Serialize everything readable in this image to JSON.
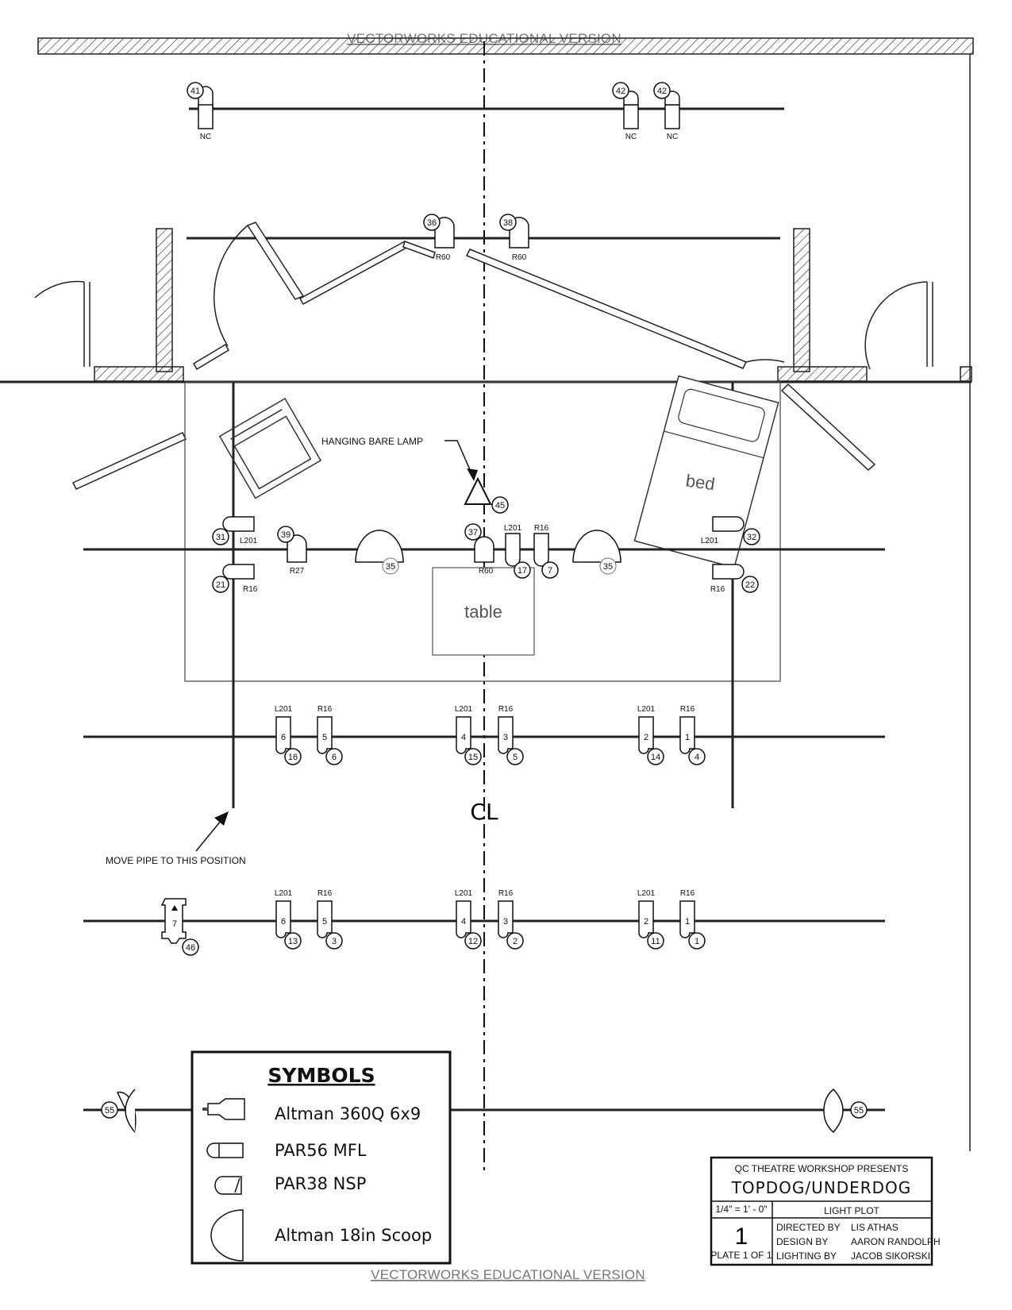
{
  "watermark": {
    "top": "VECTORWORKS EDUCATIONAL VERSION",
    "bottom": "VECTORWORKS EDUCATIONAL VERSION"
  },
  "annotations": {
    "hanging_lamp": "HANGING BARE LAMP",
    "move_pipe": "MOVE PIPE TO THIS POSITION",
    "centerline": "CL"
  },
  "set_pieces": {
    "bed": "bed",
    "table": "table"
  },
  "fixtures": {
    "f41": {
      "channel": "41",
      "color": "NC"
    },
    "f42a": {
      "channel": "42",
      "color": "NC"
    },
    "f42b": {
      "channel": "42",
      "color": "NC"
    },
    "f36": {
      "channel": "36",
      "color": "R60"
    },
    "f38": {
      "channel": "38",
      "color": "R60"
    },
    "f45": {
      "channel": "45"
    },
    "f31": {
      "channel": "31",
      "color": "L201"
    },
    "f21": {
      "channel": "21",
      "color": "R16"
    },
    "f39": {
      "channel": "39",
      "color": "R27"
    },
    "f35a": {
      "channel": "35"
    },
    "f37": {
      "channel": "37",
      "color": "R60"
    },
    "f17": {
      "channel": "17",
      "color": "L201"
    },
    "f7": {
      "channel": "7",
      "color": "R16"
    },
    "f35b": {
      "channel": "35"
    },
    "f32": {
      "channel": "32",
      "color": "L201"
    },
    "f22": {
      "channel": "22",
      "color": "R16"
    },
    "e1_6": {
      "unit": "6",
      "channel": "16",
      "color": "L201"
    },
    "e1_5": {
      "unit": "5",
      "channel": "6",
      "color": "R16"
    },
    "e1_4": {
      "unit": "4",
      "channel": "15",
      "color": "L201"
    },
    "e1_3": {
      "unit": "3",
      "channel": "5",
      "color": "R16"
    },
    "e1_2": {
      "unit": "2",
      "channel": "14",
      "color": "L201"
    },
    "e1_1": {
      "unit": "1",
      "channel": "4",
      "color": "R16"
    },
    "e2_7": {
      "unit": "7",
      "channel": "46"
    },
    "e2_6": {
      "unit": "6",
      "channel": "13",
      "color": "L201"
    },
    "e2_5": {
      "unit": "5",
      "channel": "3",
      "color": "R16"
    },
    "e2_4": {
      "unit": "4",
      "channel": "12",
      "color": "L201"
    },
    "e2_3": {
      "unit": "3",
      "channel": "2",
      "color": "R16"
    },
    "e2_2": {
      "unit": "2",
      "channel": "11",
      "color": "L201"
    },
    "e2_1": {
      "unit": "1",
      "channel": "1",
      "color": "R16"
    },
    "f55a": {
      "channel": "55"
    },
    "f55b": {
      "channel": "55"
    }
  },
  "legend": {
    "title": "SYMBOLS",
    "items": [
      {
        "icon": "ellipsoidal-icon",
        "label": "Altman 360Q 6x9"
      },
      {
        "icon": "par56-icon",
        "label": "PAR56 MFL"
      },
      {
        "icon": "par38-icon",
        "label": "PAR38 NSP"
      },
      {
        "icon": "scoop-icon",
        "label": "Altman 18in Scoop"
      }
    ]
  },
  "title_block": {
    "presenter": "QC THEATRE WORKSHOP PRESENTS",
    "show": "TOPDOG/UNDERDOG",
    "scale": "1/4\" = 1' - 0\"",
    "drawing": "LIGHT PLOT",
    "plate_number": "1",
    "plate_of": "PLATE 1 OF 1",
    "directed_by_label": "DIRECTED BY",
    "directed_by": "LIS ATHAS",
    "design_by_label": "DESIGN BY",
    "design_by": "AARON RANDOLPH",
    "lighting_by_label": "LIGHTING BY",
    "lighting_by": "JACOB SIKORSKI"
  }
}
